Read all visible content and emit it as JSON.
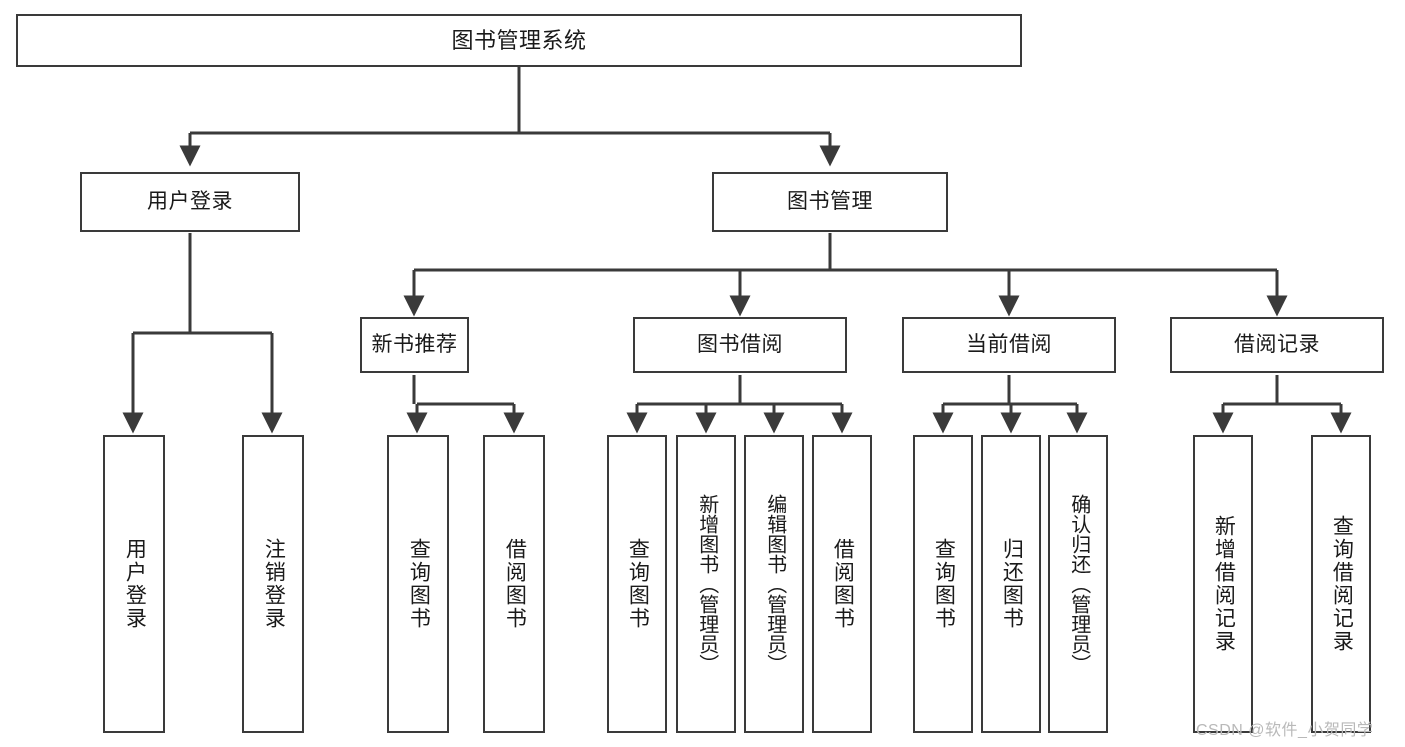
{
  "diagram": {
    "type": "tree-hierarchy-chart",
    "root": {
      "label": "图书管理系统"
    },
    "level1": [
      {
        "label": "用户登录"
      },
      {
        "label": "图书管理"
      }
    ],
    "level2": [
      {
        "label": "新书推荐"
      },
      {
        "label": "图书借阅"
      },
      {
        "label": "当前借阅"
      },
      {
        "label": "借阅记录"
      }
    ],
    "leaves": {
      "user_login": [
        {
          "label": "用户登录"
        },
        {
          "label": "注销登录"
        }
      ],
      "new_book_recommend": [
        {
          "label": "查询图书"
        },
        {
          "label": "借阅图书"
        }
      ],
      "book_borrow": [
        {
          "label": "查询图书"
        },
        {
          "label": "新增图书（管理员）"
        },
        {
          "label": "编辑图书（管理员）"
        },
        {
          "label": "借阅图书"
        }
      ],
      "current_borrow": [
        {
          "label": "查询图书"
        },
        {
          "label": "归还图书"
        },
        {
          "label": "确认归还（管理员）"
        }
      ],
      "borrow_record": [
        {
          "label": "新增借阅记录"
        },
        {
          "label": "查询借阅记录"
        }
      ]
    }
  },
  "watermark": {
    "text": "CSDN @软件_小贺同学"
  },
  "colors": {
    "stroke": "#3a3a3a",
    "text": "#1a1a1a",
    "background": "#ffffff",
    "watermark": "#b9b9b9"
  }
}
